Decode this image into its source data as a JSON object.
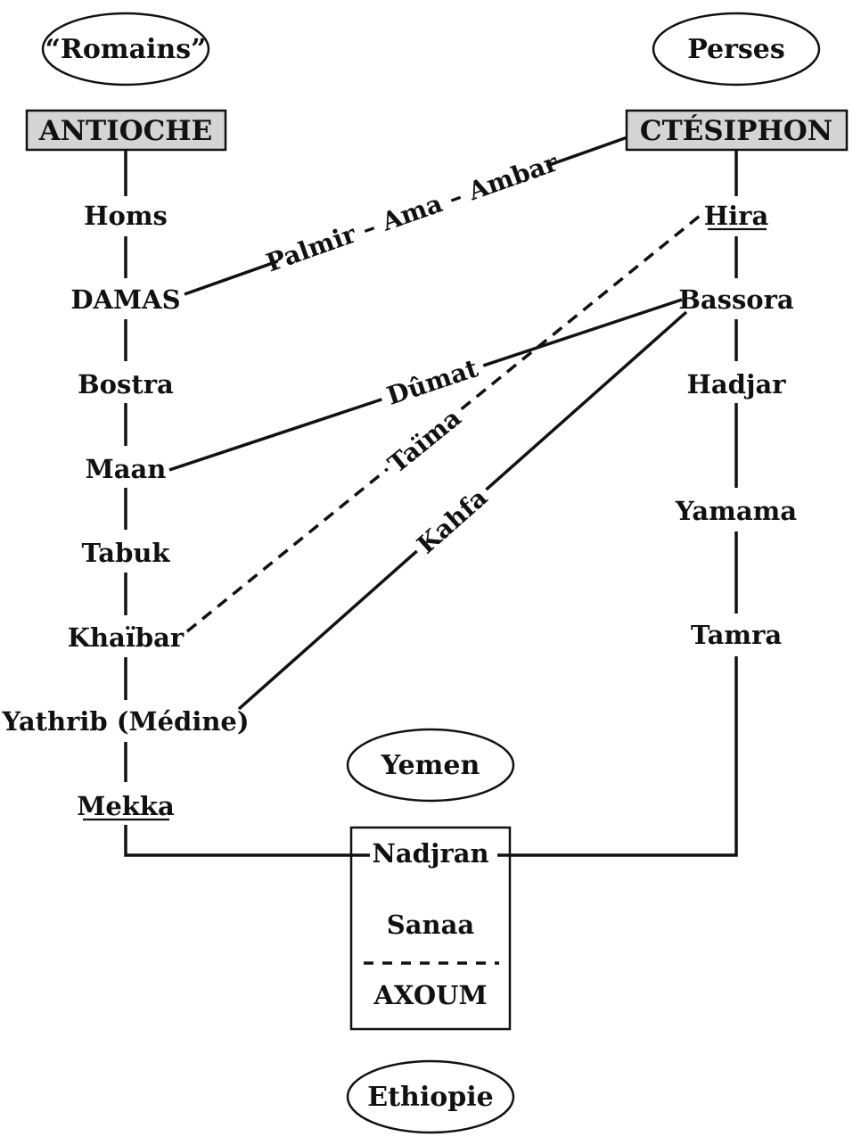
{
  "regions": {
    "romains": "“Romains”",
    "perses": "Perses",
    "yemen": "Yemen",
    "ethiopie": "Ethiopie"
  },
  "capitals": {
    "antioche": "ANTIOCHE",
    "ctesiphon": "CTÉSIPHON",
    "box_fill": "#d4d4d4"
  },
  "west_cities": {
    "homs": "Homs",
    "damas": "DAMAS",
    "bostra": "Bostra",
    "maan": "Maan",
    "tabuk": "Tabuk",
    "khaibar": "Khaïbar",
    "yathrib": "Yathrib (Médine)",
    "mekka": "Mekka"
  },
  "east_cities": {
    "hira": "Hira",
    "bassora": "Bassora",
    "hadjar": "Hadjar",
    "yamama": "Yamama",
    "tamra": "Tamra"
  },
  "yemen_cities": {
    "nadjran": "Nadjran",
    "sanaa": "Sanaa",
    "axoum": "AXOUM"
  },
  "routes": {
    "palmir": "Palmir – Ama – Ambar",
    "dumat": "Dûmat",
    "taima": "Taïma",
    "kahfa": "Kahfa"
  }
}
